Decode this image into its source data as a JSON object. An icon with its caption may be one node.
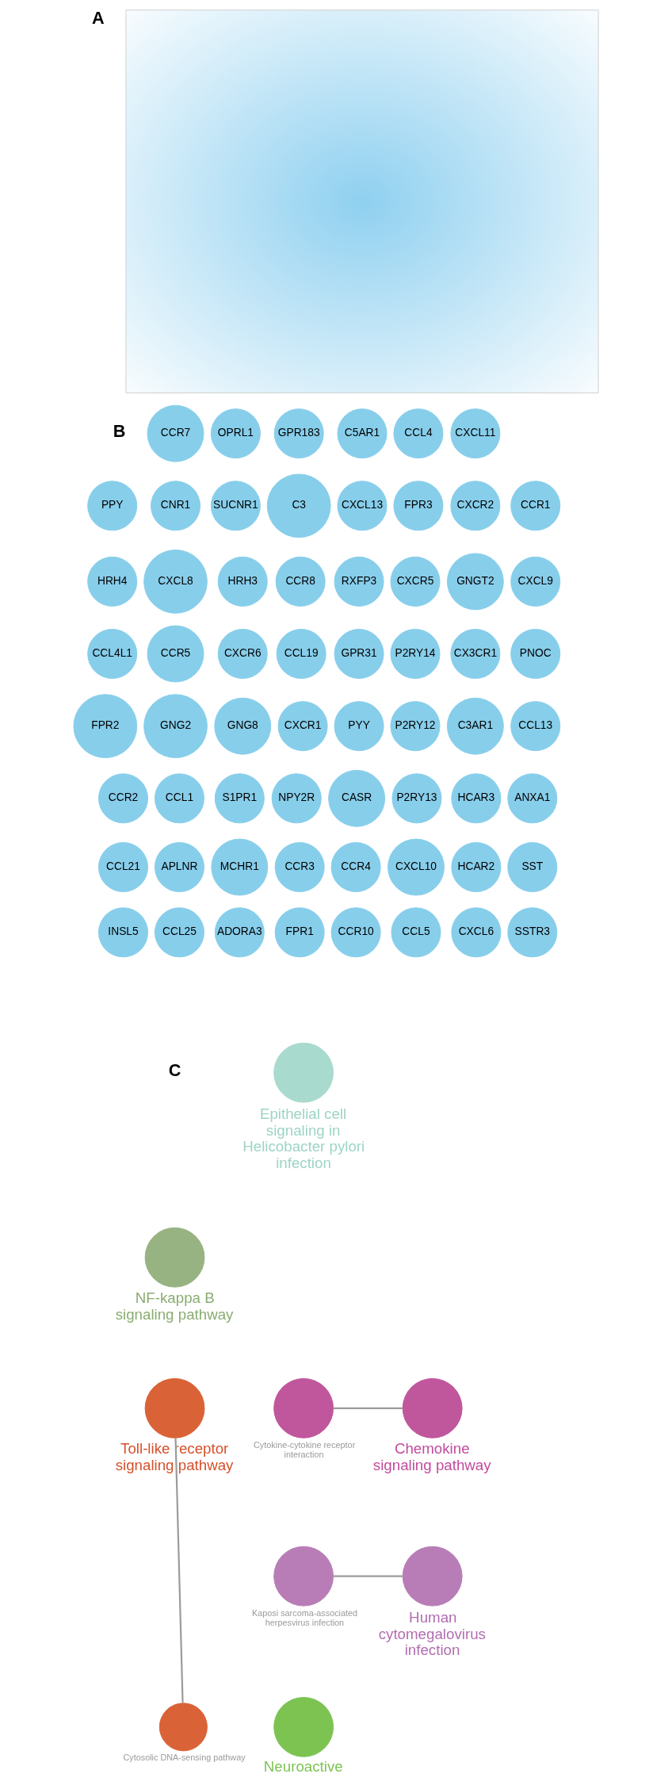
{
  "diagram": {
    "nodes": [
      {
        "text": [],
        "shape": "picture"
      },
      {
        "text": [
          "CCR7"
        ]
      },
      {
        "text": [
          "OPRL1"
        ]
      },
      {
        "text": [
          "GPR183"
        ]
      },
      {
        "text": [
          "C5AR1"
        ]
      },
      {
        "text": [
          "CCL4"
        ]
      },
      {
        "text": [
          "CXCL11"
        ]
      },
      {
        "text": [
          "PPY"
        ]
      },
      {
        "text": [
          "CNR1"
        ]
      },
      {
        "text": [
          "SUCNR1"
        ]
      },
      {
        "text": [
          "C3"
        ]
      },
      {
        "text": [
          "CXCL13"
        ]
      },
      {
        "text": [
          "FPR3"
        ]
      },
      {
        "text": [
          "CXCR2"
        ]
      },
      {
        "text": [
          "CCR1"
        ]
      },
      {
        "text": [
          "HRH4"
        ]
      },
      {
        "text": [
          "CXCL8"
        ]
      },
      {
        "text": [
          "HRH3"
        ]
      },
      {
        "text": [
          "CCR8"
        ]
      },
      {
        "text": [
          "RXFP3"
        ]
      },
      {
        "text": [
          "CXCR5"
        ]
      },
      {
        "text": [
          "GNGT2"
        ]
      },
      {
        "text": [
          "CXCL9"
        ]
      },
      {
        "text": [
          "CCL4L1"
        ]
      },
      {
        "text": [
          "CCR5"
        ]
      },
      {
        "text": [
          "CXCR6"
        ]
      },
      {
        "text": [
          "CCL19"
        ]
      },
      {
        "text": [
          "GPR31"
        ]
      },
      {
        "text": [
          "P2RY14"
        ]
      },
      {
        "text": [
          "CX3CR1"
        ]
      },
      {
        "text": [
          "PNOC"
        ]
      },
      {
        "text": [
          "FPR2"
        ]
      },
      {
        "text": [
          "GNG2"
        ]
      },
      {
        "text": [
          "GNG8"
        ]
      },
      {
        "text": [
          "CXCR1"
        ]
      },
      {
        "text": [
          "PYY"
        ]
      },
      {
        "text": [
          "P2RY12"
        ]
      },
      {
        "text": [
          "C3AR1"
        ]
      },
      {
        "text": [
          "CCL13"
        ]
      },
      {
        "text": [
          "CCR2"
        ]
      },
      {
        "text": [
          "CCL1"
        ]
      },
      {
        "text": [
          "S1PR1"
        ]
      },
      {
        "text": [
          "NPY2R"
        ]
      },
      {
        "text": [
          "CASR"
        ]
      },
      {
        "text": [
          "P2RY13"
        ]
      },
      {
        "text": [
          "HCAR3"
        ]
      },
      {
        "text": [
          "ANXA1"
        ]
      },
      {
        "text": [
          "CCL21"
        ]
      },
      {
        "text": [
          "APLNR"
        ]
      },
      {
        "text": [
          "MCHR1"
        ]
      },
      {
        "text": [
          "CCR3"
        ]
      },
      {
        "text": [
          "CCR4"
        ]
      },
      {
        "text": [
          "CXCL10"
        ]
      },
      {
        "text": [
          "HCAR2"
        ]
      },
      {
        "text": [
          "SST"
        ]
      },
      {
        "text": [
          "INSL5"
        ]
      },
      {
        "text": [
          "CCL25"
        ]
      },
      {
        "text": [
          "ADORA3"
        ]
      },
      {
        "text": [
          "FPR1"
        ]
      },
      {
        "text": [
          "CCR10"
        ]
      },
      {
        "text": [
          "CCL5"
        ]
      },
      {
        "text": [
          "CXCL6"
        ]
      },
      {
        "text": [
          "SSTR3"
        ]
      },
      {
        "text": [
          "Epithelial cell signaling in Helicobacter pylori infection"
        ]
      },
      {
        "text": [
          "NF-kappa B signaling pathway"
        ]
      },
      {
        "text": [
          "Cytokine-cytokine receptor interaction"
        ]
      },
      {
        "text": [
          "Human cytomegalovirus infection"
        ]
      },
      {
        "text": [
          "Toll-like receptor signaling pathway"
        ]
      },
      {
        "text": [
          "Kaposi sarcoma-associated herpesvirus infection"
        ]
      },
      {
        "text": [
          "Chemokine signaling pathway"
        ]
      },
      {
        "text": [
          "Cytosolic DNA-sensing pathway"
        ]
      },
      {
        "text": [
          "Neuroactive"
        ]
      }
    ],
    "edges": [
      {
        "from": 67,
        "to": 70,
        "arrow": "none"
      },
      {
        "from": 65,
        "to": 69,
        "arrow": "none"
      },
      {
        "from": 68,
        "to": 66,
        "arrow": "none"
      }
    ],
    "labels": [
      "A",
      "B",
      "C"
    ]
  }
}
